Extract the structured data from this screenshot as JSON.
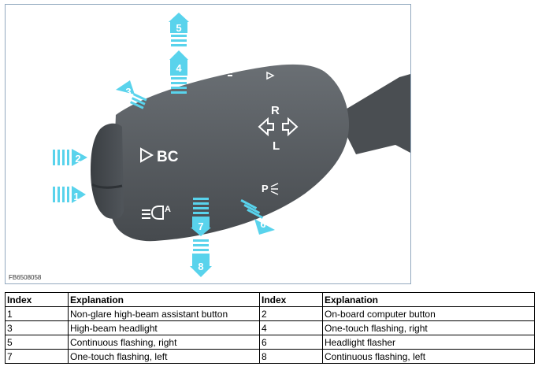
{
  "figure": {
    "id": "FB6508058",
    "stalk_labels": {
      "bc": "BC",
      "r": "R",
      "l": "L"
    },
    "arrow_numbers": [
      "1",
      "2",
      "3",
      "4",
      "5",
      "6",
      "7",
      "8"
    ],
    "colors": {
      "stalk": "#565b60",
      "stalk_dark": "#3a3e42",
      "arrow": "#59d3ec",
      "arrow_stroke": "#1aa7c8",
      "border": "#93a9bf"
    },
    "icons": [
      "high-beam-assistant-icon",
      "play-triangle-icon",
      "turn-direction-icon",
      "parking-light-icon"
    ]
  },
  "table": {
    "headers": [
      "Index",
      "Explanation",
      "Index",
      "Explanation"
    ],
    "rows": [
      [
        "1",
        "Non-glare high-beam assistant button",
        "2",
        "On-board computer button"
      ],
      [
        "3",
        "High-beam headlight",
        "4",
        "One-touch flashing, right"
      ],
      [
        "5",
        "Continuous flashing, right",
        "6",
        "Headlight flasher"
      ],
      [
        "7",
        "One-touch flashing, left",
        "8",
        "Continuous flashing, left"
      ]
    ]
  }
}
